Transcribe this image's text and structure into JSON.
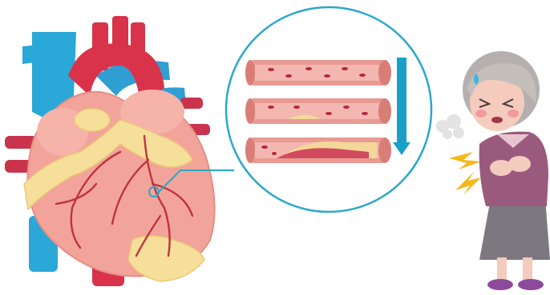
{
  "illustration": {
    "panels": [
      {
        "name": "heart",
        "icon": "heart-icon"
      },
      {
        "name": "artery-magnifier",
        "icon": "magnifier-icon",
        "stages": [
          "healthy-artery",
          "early-plaque",
          "narrowed-artery"
        ],
        "progression_arrow": "arrow-down-icon"
      },
      {
        "name": "elderly-woman-chest-pain",
        "icon": "person-icon"
      }
    ],
    "colors": {
      "artery_blue": "#2aa8d8",
      "aorta_red": "#d8334a",
      "heart_pink": "#f2a49a",
      "fat_yellow": "#f6df9a",
      "vessel_wall": "#e89a93",
      "plaque": "#f4d79a",
      "magnifier_ring": "#2aa8c9",
      "arrow": "#1a9fc8",
      "shirt_purple": "#9a5a7e",
      "skirt_gray": "#7d7880",
      "hair_gray": "#b5b0ad",
      "pain_yellow": "#f5b81c"
    }
  }
}
